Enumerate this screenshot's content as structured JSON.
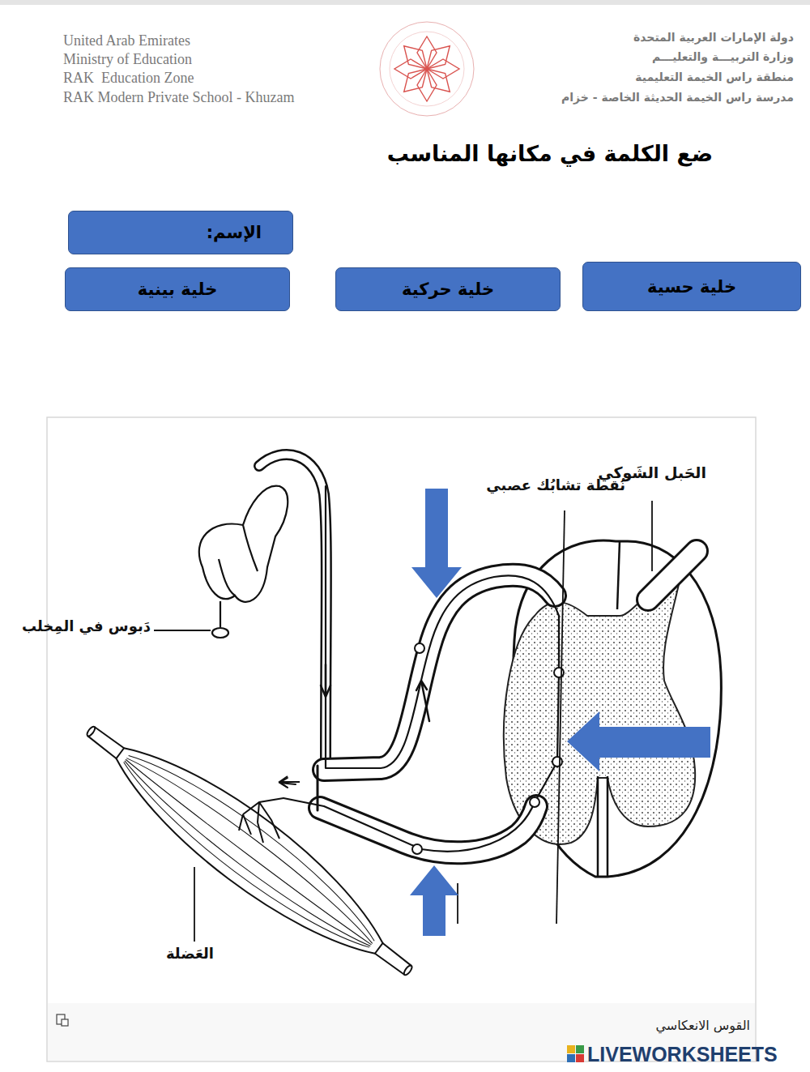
{
  "diagram": {
    "title": "ضع الكلمة في مكانها المناسب",
    "caption": "القوس الانعكاسي",
    "nodes": [
      {
        "text": [
          "الإسم:"
        ]
      },
      {
        "text": [
          "خلية حسية"
        ]
      },
      {
        "text": [
          "خلية حركية"
        ]
      },
      {
        "text": [
          "خلية بينية"
        ]
      }
    ],
    "labels": [
      "United Arab Emirates",
      "Ministry of Education",
      "RAK  Education Zone",
      "RAK Modern Private School - Khuzam",
      "دولة الإمارات العربية المتحدة",
      "وزارة التربيـــة والتعليـــم",
      "منطقة راس الخيمة التعليمية",
      "مدرسة راس الخيمة الحديثة الخاصة - خزام",
      "الحَبل الشَوكي",
      "نُقطة تشابُك عصبي",
      "دَبوس في المِخلب",
      "العَضلة",
      "LIVEWORKSHEETS"
    ]
  }
}
